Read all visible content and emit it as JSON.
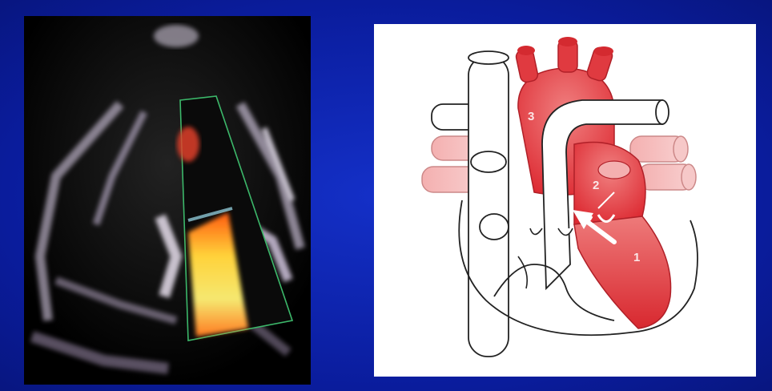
{
  "labels": {
    "chamber_1": "1",
    "chamber_2": "2",
    "chamber_3": "3"
  },
  "colors": {
    "background": "#0b1fa8",
    "heart_red": "#e0323a",
    "heart_light": "#f2a0a0",
    "doppler_yellow": "#f5e24a",
    "doppler_orange": "#ff6a10",
    "sector_outline": "#3cb86a"
  }
}
